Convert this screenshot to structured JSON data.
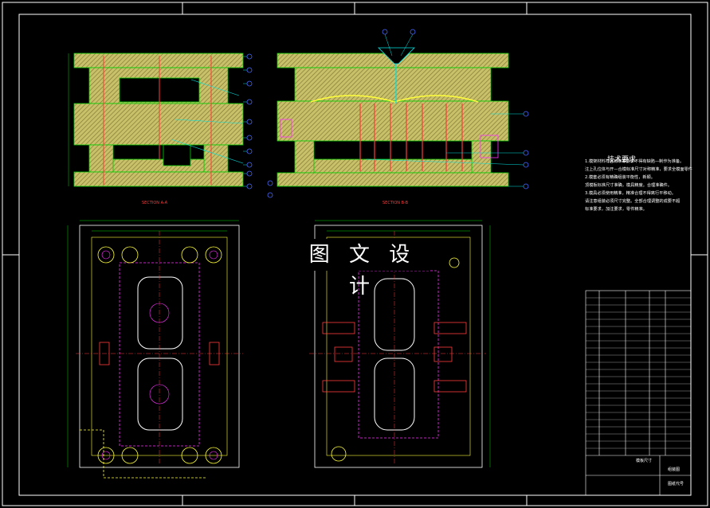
{
  "overlay": {
    "title": "图 文 设 计"
  },
  "views": {
    "section_aa": "SECTION A-A",
    "section_bb": "SECTION B-B"
  },
  "tech": {
    "title": "技术要求",
    "lines": [
      "1.模架材料符合标准等要求不得有缺陷—制作为准备。",
      "注上孔位体与开—合模标准尺寸对称精准，要求全模面零件要问。",
      "2.模套必须有精确组装平衡性，新颖。",
      "顶模板标准尺寸准确，模具精度。合理准确件。",
      "3.模具必须使用精准，精准合理不得离行平移动。",
      "请注意组装必须尺寸完整。全部合理调整的成要不超",
      "标准要求，加注要求，零件精准。"
    ]
  },
  "title_block": {
    "unit_label": "模板尺寸",
    "name_label": "组装图",
    "drawing_no": "图纸代号"
  },
  "colors": {
    "background": "#000000",
    "frame": "#ffffff",
    "plate_fill": "#c9c06a",
    "hatch": "#7a6f2e",
    "outline_green": "#00d000",
    "cyan": "#00e0e0",
    "magenta": "#ff2fff",
    "red": "#ff2a2a",
    "yellow": "#ffff3a",
    "blue": "#4466ff"
  }
}
